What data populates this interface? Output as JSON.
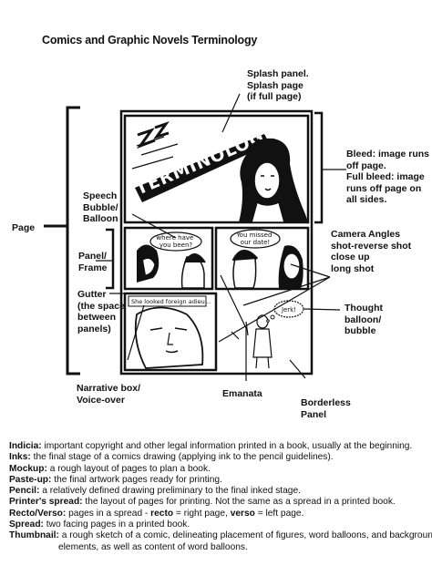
{
  "title": "Comics and Graphic Novels Terminology",
  "labels": {
    "splash": "Splash panel.\nSplash page\n(if full page)",
    "bleed": "Bleed: image runs\noff page.\nFull bleed: image\nruns off page on\nall sides.",
    "page": "Page",
    "speech": "Speech\nBubble/\nBalloon",
    "panel": "Panel/\nFrame",
    "gutter": "Gutter\n(the space\nbetween\npanels)",
    "camera": "Camera Angles\nshot-reverse shot\nclose up\nlong shot",
    "thought": "Thought\nballoon/\nbubble",
    "narrative": "Narrative box/\nVoice-over",
    "emanata": "Emanata",
    "borderless": "Borderless\nPanel"
  },
  "art": {
    "splash_title": "TERMINOLOGY",
    "bubble1": "where have\nyou been?",
    "bubble2": "You missed\nour date!",
    "narrative_box": "She looked foreign adieu…",
    "thought_text": "Jerk!"
  },
  "glossary": [
    {
      "term": "Indicia:",
      "def": " important copyright and other legal information printed in a book, usually at the beginning."
    },
    {
      "term": "Inks:",
      "def": " the final stage of a comics drawing (applying ink to the pencil guidelines)."
    },
    {
      "term": "Mockup:",
      "def": " a rough layout of pages to plan a book."
    },
    {
      "term": "Paste-up:",
      "def": " the final artwork pages ready for printing."
    },
    {
      "term": "Pencil:",
      "def": " a relatively defined drawing preliminary to the final inked stage."
    },
    {
      "term": "Printer's spread:",
      "def": " the layout of pages for printing. Not the same as a spread in a printed book."
    },
    {
      "term": "Recto/Verso:",
      "def": " pages in a spread - ",
      "b1": "recto",
      "mid": " = right page, ",
      "b2": "verso",
      "end": " = left page."
    },
    {
      "term": "Spread:",
      "def": " two facing pages in a printed book."
    },
    {
      "term": "Thumbnail:",
      "def": " a rough sketch of a comic, delineating placement of figures, word balloons, and background",
      "cont": "elements, as well as content of  word balloons."
    }
  ]
}
